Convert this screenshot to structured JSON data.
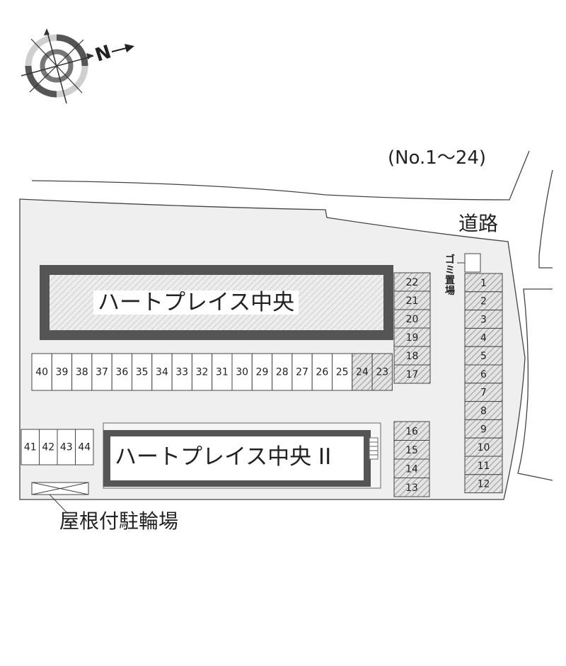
{
  "compass": {
    "north_letter": "N"
  },
  "labels": {
    "range_note": "(No.1～24)",
    "road": "道路",
    "garbage": "ゴミ置場",
    "bicycle": "屋根付駐輪場"
  },
  "buildings": {
    "main": "ハートプレイス中央",
    "second": "ハートプレイス中央 II"
  },
  "spaces": {
    "right_column": [
      "1",
      "2",
      "3",
      "4",
      "5",
      "6",
      "7",
      "8",
      "9",
      "10",
      "11",
      "12"
    ],
    "center_column_upper": [
      "22",
      "21",
      "20",
      "19",
      "18",
      "17"
    ],
    "center_column_lower": [
      "16",
      "15",
      "14",
      "13"
    ],
    "middle_row": [
      "40",
      "39",
      "38",
      "37",
      "36",
      "35",
      "34",
      "33",
      "32",
      "31",
      "30",
      "29",
      "28",
      "27",
      "26",
      "25",
      "24",
      "23"
    ],
    "left_small": [
      "41",
      "42",
      "43",
      "44"
    ],
    "hatched": [
      "1",
      "2",
      "3",
      "4",
      "5",
      "6",
      "7",
      "8",
      "9",
      "10",
      "11",
      "12",
      "13",
      "14",
      "15",
      "16",
      "17",
      "18",
      "19",
      "20",
      "21",
      "22",
      "23",
      "24"
    ]
  },
  "colors": {
    "lot": "#efefef",
    "building_frame": "#555555",
    "hatch": "#9a9a9a",
    "line": "#444444"
  }
}
